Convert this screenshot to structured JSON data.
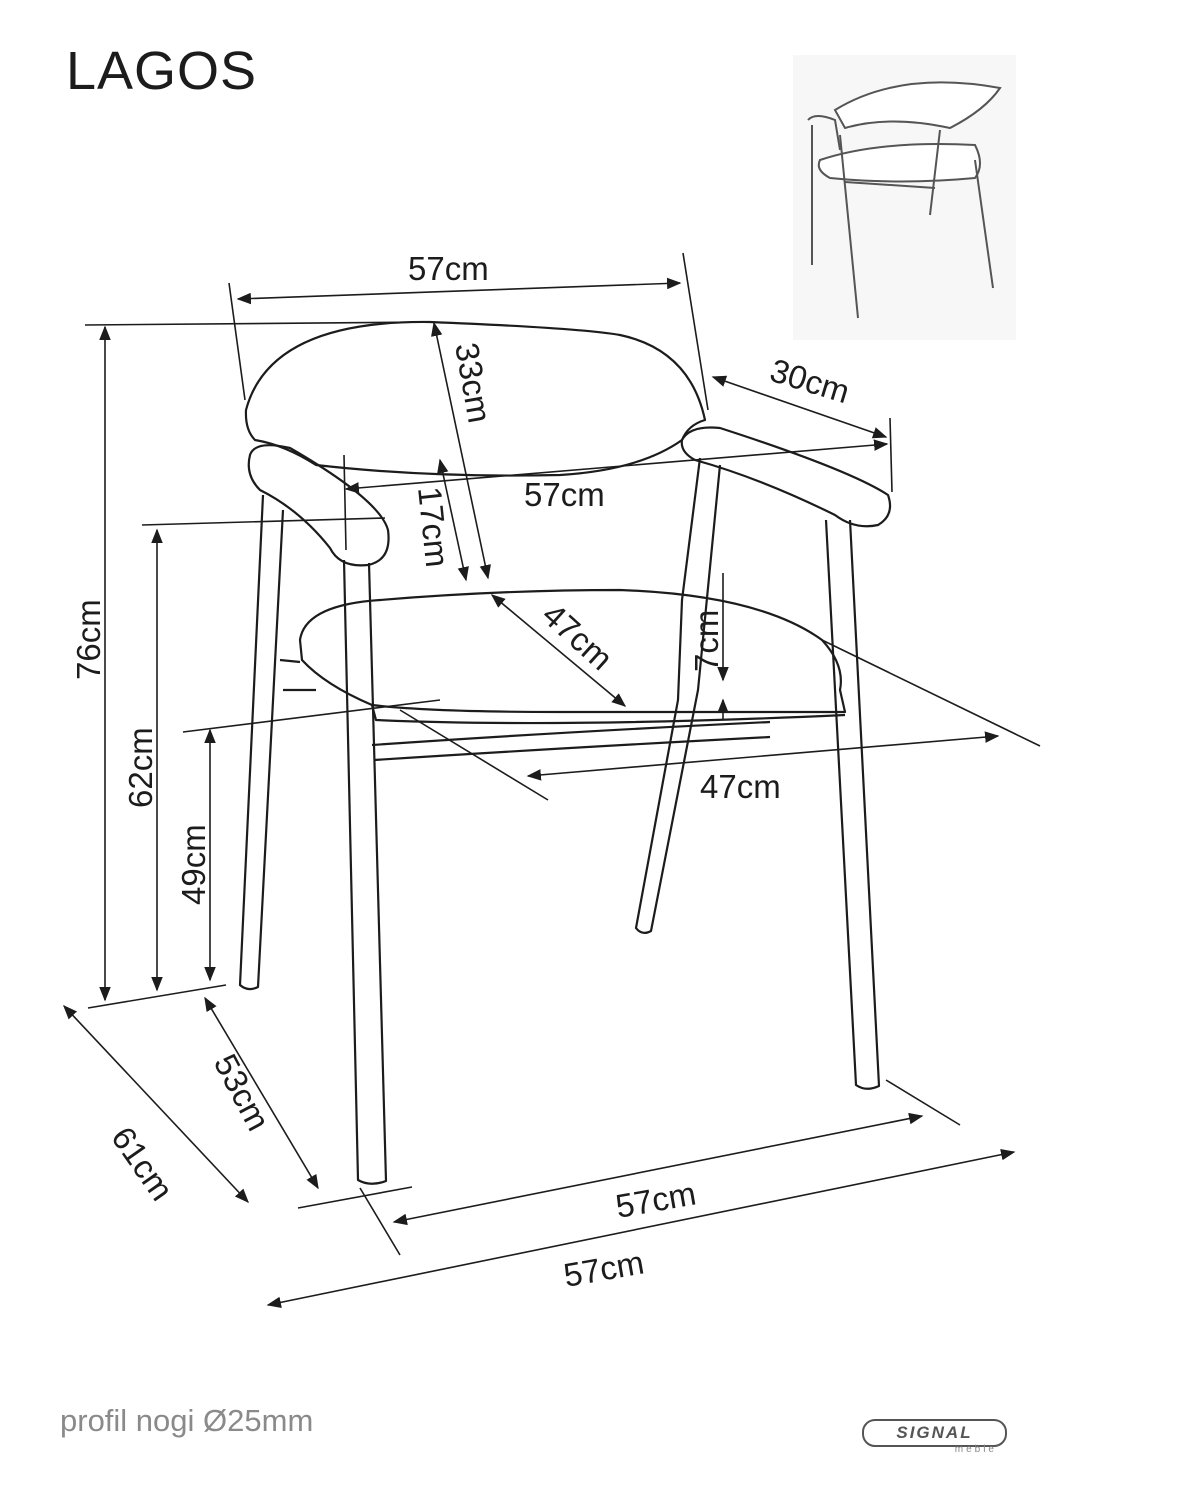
{
  "title": "LAGOS",
  "dimensions": {
    "width_top": "57cm",
    "armrest_length": "30cm",
    "inner_width": "57cm",
    "backrest_height": "33cm",
    "armrest_height": "17cm",
    "seat_depth": "47cm",
    "seat_thickness": "7cm",
    "seat_width": "47cm",
    "total_height": "76cm",
    "armrest_floor_height": "62cm",
    "seat_floor_height": "49cm",
    "base_depth_inner": "53cm",
    "base_depth_outer": "61cm",
    "base_width_inner": "57cm",
    "base_width_outer": "57cm"
  },
  "footnote": "profil nogi Ø25mm",
  "logo": {
    "brand": "SIGNAL",
    "sub": "meble"
  }
}
